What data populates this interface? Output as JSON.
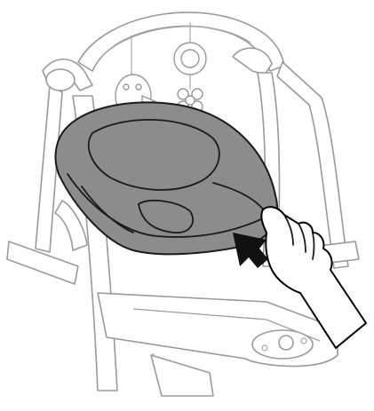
{
  "illustration": {
    "subject": "",
    "colors": {
      "frame_stroke": "#9a9a9a",
      "seat_fill": "#8c8c8c",
      "seat_outline": "#1a1a1a",
      "arrow": "#111111",
      "hand_outline": "#000000",
      "background": "#ffffff"
    },
    "icons": [
      "baby-swing-frame",
      "toy-bar",
      "seat-cushion",
      "push-arrow",
      "hand",
      "control-panel"
    ]
  }
}
